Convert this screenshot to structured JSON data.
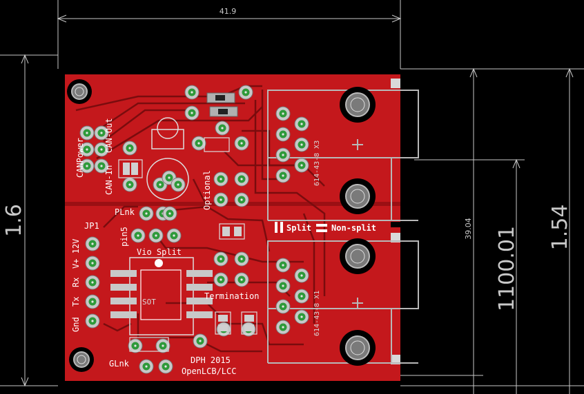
{
  "colors": {
    "background": "#000000",
    "board": "#c4181c",
    "board_dark": "#9b0f13",
    "copper_trace": "#8a1010",
    "pad": "#c8c8c8",
    "via": "#2e9a3a",
    "silk": "#ffffff",
    "dimension": "#c8c8c8"
  },
  "dimensions": {
    "top_width": "41.9",
    "left_height": "1.6",
    "right_inner": "39.04",
    "right_middle": "1100.01",
    "right_outer": "1.54"
  },
  "connectors": {
    "x3_label": "614-43-8 X3",
    "x1_label": "614-43-8 X1"
  },
  "labels": {
    "can_power": "CANPower",
    "can_in": "CAN-In",
    "can_out": "CAN-Out",
    "optional": "Optional",
    "plnk": "PLnk",
    "pin5": "pin5",
    "jp1": "JP1",
    "v12": "V+ 12V",
    "rx": "Rx",
    "tx": "Tx",
    "gnd": "Gnd",
    "vio_split": "Vio Split",
    "split": "Split",
    "non_split": "Non-split",
    "termination": "Termination",
    "glnk": "GLnk",
    "credit": "DPH 2015",
    "project": "OpenLCB/LCC",
    "ic_label": "SOT"
  }
}
